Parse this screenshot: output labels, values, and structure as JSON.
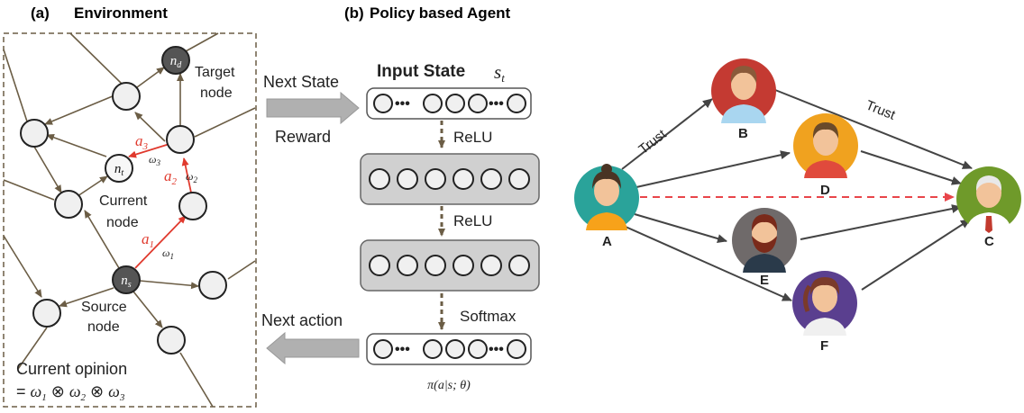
{
  "panel_a": {
    "header_label": "(a)",
    "header_title": "Environment",
    "target_label_line1": "Target",
    "target_label_line2": "node",
    "current_label_line1": "Current",
    "current_label_line2": "node",
    "source_label_line1": "Source",
    "source_label_line2": "node",
    "target_node": "n_d",
    "current_node": "n_t",
    "source_node": "n_s",
    "actions": [
      "a1",
      "a2",
      "a3"
    ],
    "weights": [
      "ω1",
      "ω2",
      "ω3"
    ],
    "opinion_title": "Current opinion",
    "opinion_formula": "= ω1 ⊗ ω2 ⊗ ω3"
  },
  "panel_b": {
    "header_label": "(b)",
    "header_title": "Policy based Agent",
    "input_state_label": "Input State",
    "input_state_symbol": "s_t",
    "activations": [
      "ReLU",
      "ReLU",
      "Softmax"
    ],
    "next_state_label": "Next State",
    "reward_label": "Reward",
    "next_action_label": "Next action",
    "policy_label": "π(a|s; θ)"
  },
  "panel_c": {
    "people": [
      {
        "id": "A",
        "color": "#2aa39a"
      },
      {
        "id": "B",
        "color": "#c43a32"
      },
      {
        "id": "C",
        "color": "#6f9a2a"
      },
      {
        "id": "D",
        "color": "#f0a21f"
      },
      {
        "id": "E",
        "color": "#6f6a6a"
      },
      {
        "id": "F",
        "color": "#5a3f8f"
      }
    ],
    "trust_label_1": "Trust",
    "trust_label_2": "Trust"
  },
  "colors": {
    "edge": "#6b5d45",
    "action_red": "#e03a2e",
    "node_fill": "#f0f0f0",
    "dark_node": "#555555",
    "layer_fill": "#d0d0d0",
    "dashed_red": "#e8454a",
    "arrow_gray": "#b0b0b0"
  }
}
